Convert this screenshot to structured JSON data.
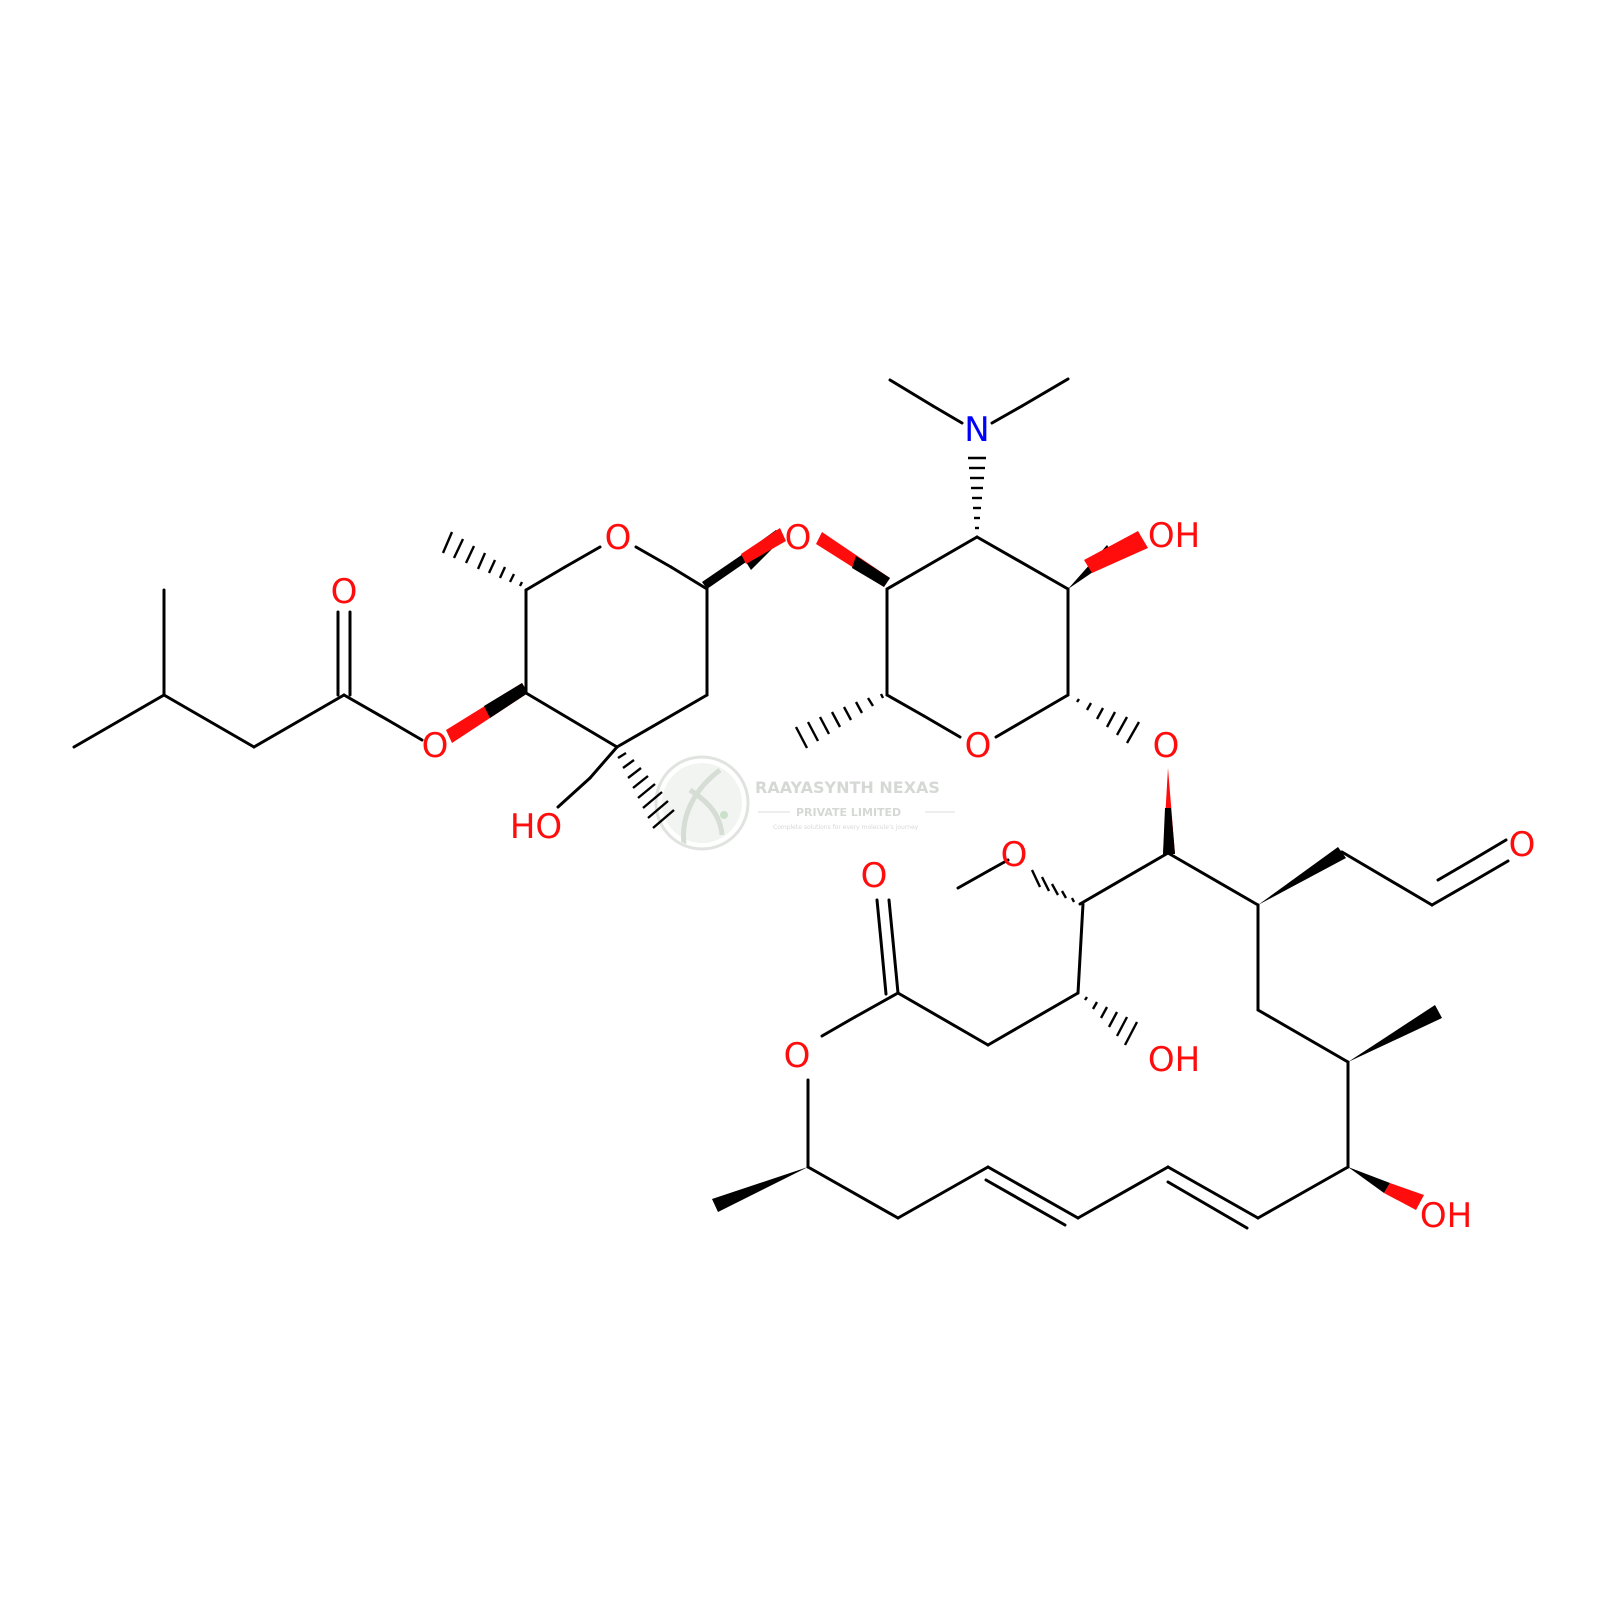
{
  "molecule": {
    "atom_labels": {
      "ring_o_left": "O",
      "glyco_o_1": "O",
      "ester_o_carbonyl": "O",
      "ester_o_link": "O",
      "ho_quaternary": "HO",
      "n_dimethyl": "N",
      "oh_sugar": "OH",
      "ring_o_right": "O",
      "glyco_o_2": "O",
      "methoxy_o": "O",
      "aldehyde_o": "O",
      "lactone_o_carbonyl": "O",
      "lactone_o_ring": "O",
      "oh_lower": "OH",
      "oh_right": "OH"
    },
    "element_colors": {
      "carbon": "#000000",
      "oxygen": "#ff0d0d",
      "nitrogen": "#0000ff"
    }
  },
  "watermark": {
    "name": "RAAYASYNTH NEXAS",
    "subtitle": "PRIVATE LIMITED",
    "tagline": "Complete solutions for every molecule's journey",
    "color": "#c8ccc8"
  }
}
